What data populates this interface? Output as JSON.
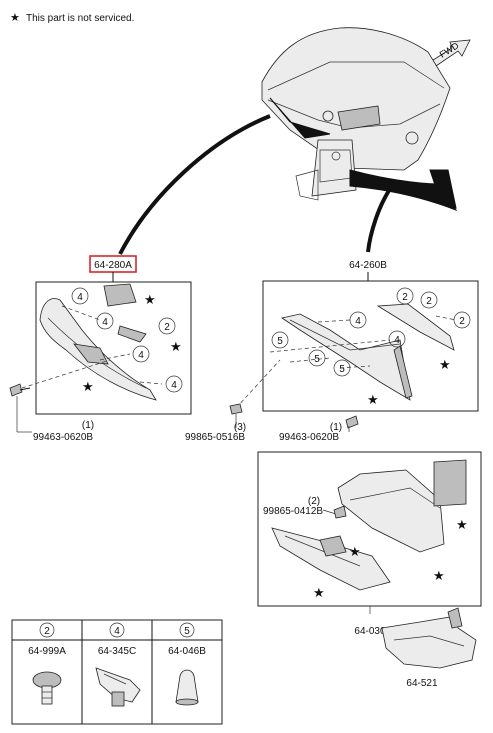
{
  "note": {
    "star": "★",
    "text": "This part is not serviced."
  },
  "fwd_label": "FWD",
  "assemblies": {
    "left": {
      "code": "64-280A",
      "bolt_qty": "(1)",
      "bolt_code": "99463-0620B"
    },
    "right": {
      "code": "64-260B",
      "screw_qty": "(3)",
      "screw_code": "99865-0516B",
      "bolt_qty": "(1)",
      "bolt_code": "99463-0620B"
    },
    "glovebox": {
      "code": "64-030",
      "screw_qty": "(2)",
      "screw_code": "99865-0412B"
    },
    "bracket": {
      "code": "64-521"
    }
  },
  "callouts": {
    "c2": "2",
    "c4": "4",
    "c5": "5"
  },
  "legend": [
    {
      "num": "2",
      "code": "64-999A"
    },
    {
      "num": "4",
      "code": "64-345C"
    },
    {
      "num": "5",
      "code": "64-046B"
    }
  ],
  "colors": {
    "highlight": "#d9262b",
    "ink": "#111111"
  }
}
